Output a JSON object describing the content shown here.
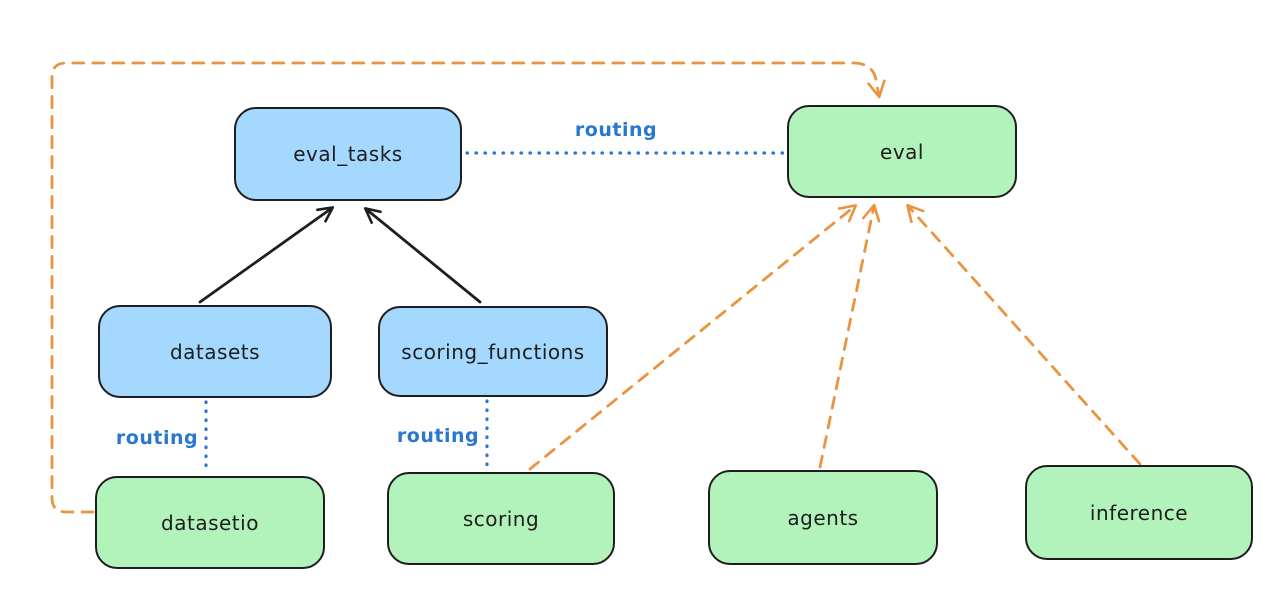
{
  "diagram": {
    "background": "#ffffff",
    "nodes": {
      "eval_tasks": {
        "label": "eval_tasks",
        "color": "blue"
      },
      "datasets": {
        "label": "datasets",
        "color": "blue"
      },
      "scoring_functions": {
        "label": "scoring_functions",
        "color": "blue"
      },
      "eval": {
        "label": "eval",
        "color": "green"
      },
      "datasetio": {
        "label": "datasetio",
        "color": "green"
      },
      "scoring": {
        "label": "scoring",
        "color": "green"
      },
      "agents": {
        "label": "agents",
        "color": "green"
      },
      "inference": {
        "label": "inference",
        "color": "green"
      }
    },
    "edge_labels": {
      "routing_eval_tasks_eval": "routing",
      "routing_datasets_datasetio": "routing",
      "routing_scoring_functions_scoring": "routing"
    },
    "edges": [
      {
        "from": "datasets",
        "to": "eval_tasks",
        "style": "solid-arrow-black"
      },
      {
        "from": "scoring_functions",
        "to": "eval_tasks",
        "style": "solid-arrow-black"
      },
      {
        "from": "eval_tasks",
        "to": "eval",
        "style": "dotted-blue",
        "label": "routing"
      },
      {
        "from": "datasets",
        "to": "datasetio",
        "style": "dotted-blue",
        "label": "routing"
      },
      {
        "from": "scoring_functions",
        "to": "scoring",
        "style": "dotted-blue",
        "label": "routing"
      },
      {
        "from": "datasetio",
        "to": "eval",
        "style": "dashed-arrow-orange"
      },
      {
        "from": "scoring",
        "to": "eval",
        "style": "dashed-arrow-orange"
      },
      {
        "from": "agents",
        "to": "eval",
        "style": "dashed-arrow-orange"
      },
      {
        "from": "inference",
        "to": "eval",
        "style": "dashed-arrow-orange"
      }
    ],
    "colors": {
      "node_blue_fill": "#a5d8ff",
      "node_green_fill": "#b2f2bb",
      "node_stroke": "#1e1e1e",
      "routing_blue": "#2a77cf",
      "provider_orange": "#ea9441"
    }
  }
}
